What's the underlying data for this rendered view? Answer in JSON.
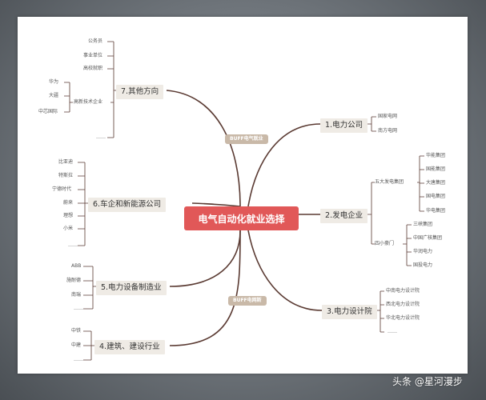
{
  "center": "电气自动化就业选择",
  "tags": {
    "top": "BUFF电气就业",
    "bottom": "BUFF电网斯"
  },
  "left": {
    "b7": {
      "label": "7.其他方向",
      "items": [
        "公务员",
        "事业单位",
        "高校就职",
        "高新技术企业",
        "……"
      ],
      "sub": [
        "华为",
        "大疆",
        "中芯国际"
      ]
    },
    "b6": {
      "label": "6.车企和新能源公司",
      "items": [
        "比亚迪",
        "特斯拉",
        "宁德时代",
        "蔚来",
        "理想",
        "小米",
        "……"
      ]
    },
    "b5": {
      "label": "5.电力设备制造业",
      "items": [
        "ABB",
        "施耐德",
        "南瑞",
        "……"
      ]
    },
    "b4": {
      "label": "4.建筑、建设行业",
      "items": [
        "中铁",
        "中建",
        "……"
      ]
    }
  },
  "right": {
    "b1": {
      "label": "1.电力公司",
      "items": [
        "国家电网",
        "南方电网"
      ]
    },
    "b2": {
      "label": "2.发电企业",
      "g1": "五大发电集团",
      "g1_items": [
        "华能集团",
        "国能集团",
        "大唐集团",
        "国电集团",
        "华电集团"
      ],
      "g2": "四小豪门",
      "g2_items": [
        "三峡集团",
        "中国广核集团",
        "华润电力",
        "国投电力"
      ]
    },
    "b3": {
      "label": "3.电力设计院",
      "items": [
        "中南电力设计院",
        "西北电力设计院",
        "华北电力设计院",
        "……"
      ]
    }
  },
  "watermark": "头条 @星河漫步"
}
